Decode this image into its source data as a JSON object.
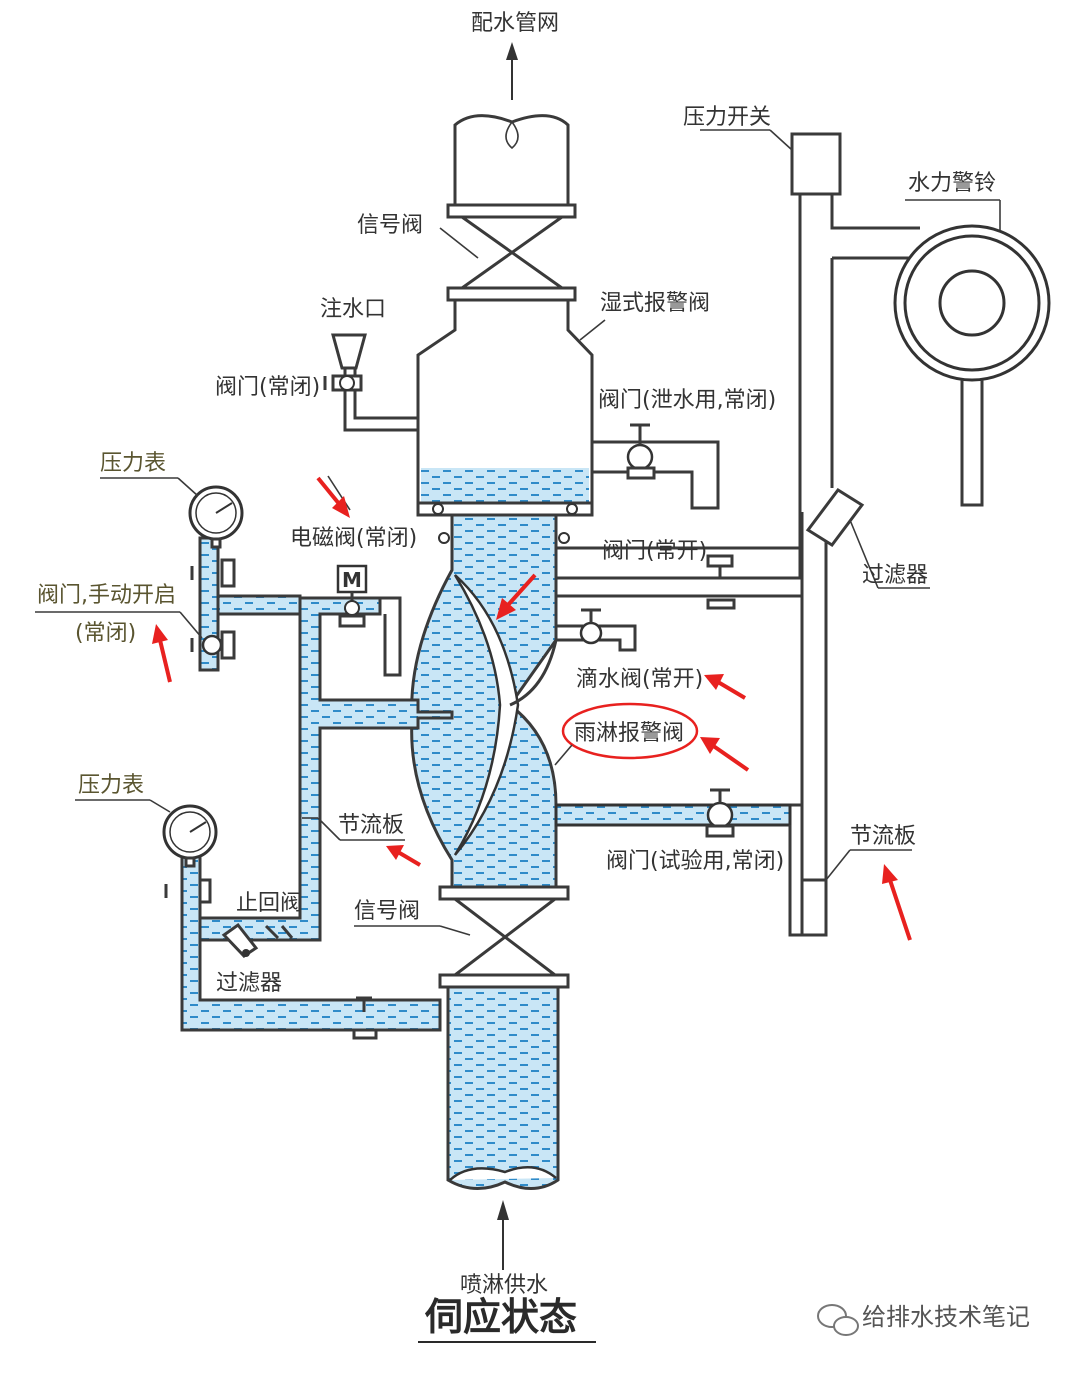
{
  "labels": {
    "distribution_network": "配水管网",
    "pressure_switch": "压力开关",
    "water_bell": "水力警铃",
    "signal_valve_top": "信号阀",
    "fill_port": "注水口",
    "wet_alarm_valve": "湿式报警阀",
    "valve_normally_closed": "阀门(常闭)",
    "drain_valve": "阀门(泄水用,常闭)",
    "pressure_gauge_top": "压力表",
    "solenoid_valve": "电磁阀(常闭)",
    "valve_normally_open": "阀门(常开)",
    "filter_right": "过滤器",
    "manual_valve_line1": "阀门,手动开启",
    "manual_valve_line2": "(常闭)",
    "drip_valve": "滴水阀(常开)",
    "deluge_alarm_valve": "雨淋报警阀",
    "pressure_gauge_bottom": "压力表",
    "orifice_left": "节流板",
    "orifice_right": "节流板",
    "test_valve": "阀门(试验用,常闭)",
    "check_valve": "止回阀",
    "signal_valve_bottom": "信号阀",
    "filter_left": "过滤器",
    "sprinkler_supply": "喷淋供水"
  },
  "title": "伺应状态",
  "watermark": "给排水技术笔记",
  "colors": {
    "water": "#c9e6f6",
    "water_dash": "#2f8bc9",
    "line": "#3a3a3a",
    "annotation_red": "#e8211f",
    "label_olive": "#5a5530"
  },
  "icons": {
    "watermark_icon": "wechat-icon",
    "solenoid_mark": "M"
  }
}
